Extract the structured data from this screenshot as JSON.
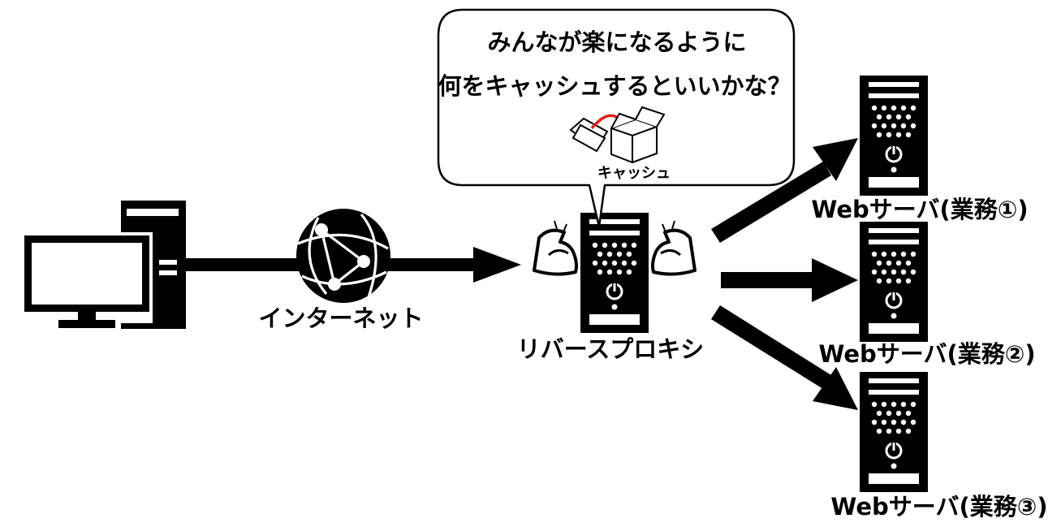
{
  "bubble": {
    "line1": "みんなが楽になるように",
    "line2": "何をキャッシュするといいかな？",
    "cache_label": "キャッシュ"
  },
  "nodes": {
    "internet_label": "インターネット",
    "proxy_label": "リバースプロキシ",
    "servers": [
      {
        "label": "Webサーバ(業務①)"
      },
      {
        "label": "Webサーバ(業務②)"
      },
      {
        "label": "Webサーバ(業務③)"
      }
    ]
  },
  "colors": {
    "ink": "#000000",
    "paper": "#ffffff",
    "cache_arrow": "#e0201c"
  },
  "icons": {
    "client": "desktop-computer-icon",
    "internet": "globe-network-icon",
    "proxy": "server-tower-icon",
    "proxy_decoration": "flexed-arm-icon",
    "cache": "cardboard-box-icon"
  }
}
